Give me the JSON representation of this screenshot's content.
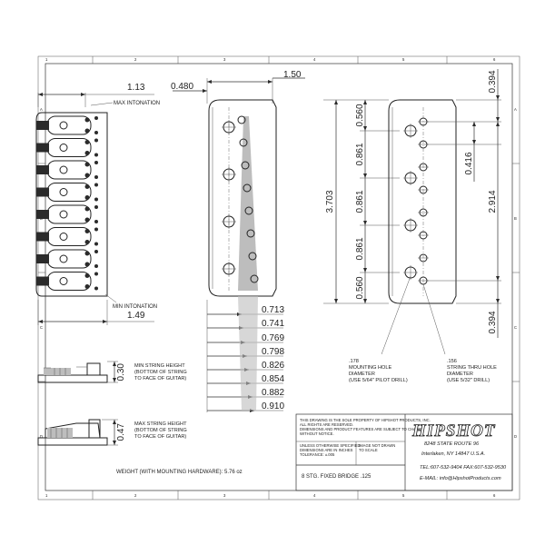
{
  "border": {
    "columns": [
      "1",
      "2",
      "3",
      "4",
      "5",
      "6"
    ],
    "rows": [
      "A",
      "B",
      "C",
      "D"
    ]
  },
  "front_view": {
    "top_dim": "1.13",
    "max_intonation": "MAX INTONATION",
    "min_intonation": "MIN INTONATION",
    "bottom_dim": "1.49"
  },
  "side_views": {
    "min_height_dim": "0.30",
    "min_height_label": [
      "MIN STRING HEIGHT",
      "(BOTTOM OF STRING",
      "TO FACE OF GUITAR)"
    ],
    "max_height_dim": "0.47",
    "max_height_label": [
      "MAX STRING HEIGHT",
      "(BOTTOM OF STRING",
      "TO FACE OF GUITAR)"
    ]
  },
  "plate_view": {
    "left_dim": "0.480",
    "top_dim": "1.50",
    "string_dims": [
      "0.713",
      "0.741",
      "0.769",
      "0.798",
      "0.826",
      "0.854",
      "0.882",
      "0.910"
    ]
  },
  "mount_view": {
    "overall_height": "3.703",
    "left_dims": [
      "0.560",
      "0.861",
      "0.861",
      "0.861",
      "0.560"
    ],
    "right_top": "0.394",
    "right_spacing": "0.416",
    "right_span": "2.914",
    "right_bottom": "0.394",
    "mounting_hole_label": [
      ".178",
      "MOUNTING HOLE",
      "DIAMETER",
      "(USE 5/64\" PILOT DRILL)"
    ],
    "string_hole_label": [
      ".156",
      "STRING THRU HOLE",
      "DIAMETER",
      "(USE 5/32\" DRILL)"
    ]
  },
  "weight_label": "WEIGHT (WITH MOUNTING HARDWARE): 5.76 oz",
  "title_block": {
    "notice": [
      "THIS DRAWING IS THE SOLE PROPERTY OF HIPSHOT PRODUCTS, INC.",
      "ALL RIGHTS ARE RESERVED.",
      "DIMENSIONS AND PRODUCT FEATURES ARE SUBJECT TO CHANGE",
      "WITHOUT NOTICE."
    ],
    "units": [
      "UNLESS OTHERWISE SPECIFIED",
      "DIMENSIONS ARE IN INCHES",
      "TOLERANCE: ±.005"
    ],
    "scale": [
      "IMAGE NOT DRAWN",
      "TO SCALE"
    ],
    "part_name": "8 STG. FIXED BRIDGE .125",
    "logo": "HIPSHOT",
    "address": "8248 STATE ROUTE 96",
    "city": "Interlaken, NY 14847 U.S.A.",
    "phone": "TEL:607-532-9404 FAX:607-532-9530",
    "email": "E-MAIL: info@HipshotProducts.com"
  }
}
